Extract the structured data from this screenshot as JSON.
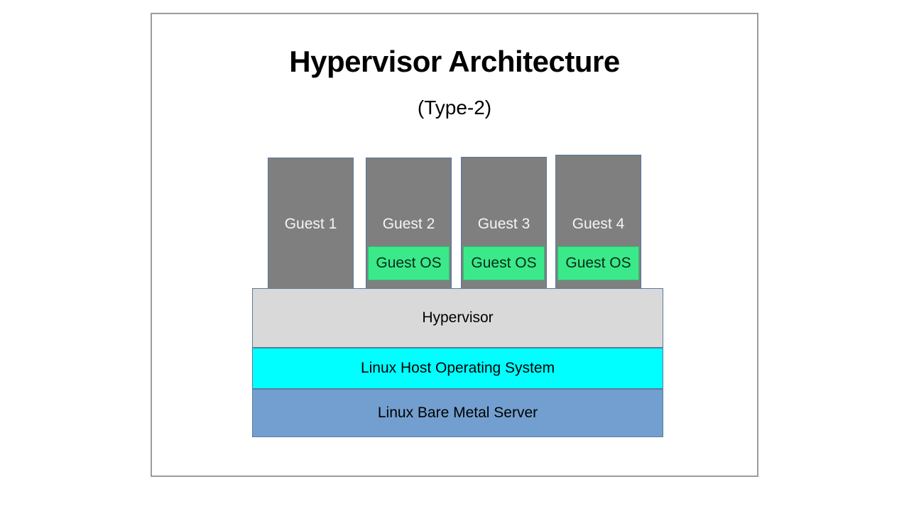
{
  "title": "Hypervisor Architecture",
  "subtitle": "(Type-2)",
  "guests": [
    {
      "label": "Guest 1",
      "os": null
    },
    {
      "label": "Guest 2",
      "os": "Guest OS"
    },
    {
      "label": "Guest 3",
      "os": "Guest OS"
    },
    {
      "label": "Guest 4",
      "os": "Guest OS"
    }
  ],
  "layers": [
    {
      "label": "Hypervisor"
    },
    {
      "label": "Linux Host Operating System"
    },
    {
      "label": "Linux Bare Metal Server"
    }
  ],
  "colors": {
    "frame_border": "#9c9c9c",
    "guest_fill": "#7f7f7f",
    "guest_border": "#55789e",
    "guest_label_color": "#f5f5f5",
    "guest_os_fill": "#3ce98a",
    "guest_os_border": "#2cc271",
    "guest_os_text": "#052e18",
    "hypervisor_fill": "#d9d9d9",
    "host_os_fill": "#00ffff",
    "bare_metal_fill": "#729fcf",
    "bar_border": "#557d9e"
  }
}
